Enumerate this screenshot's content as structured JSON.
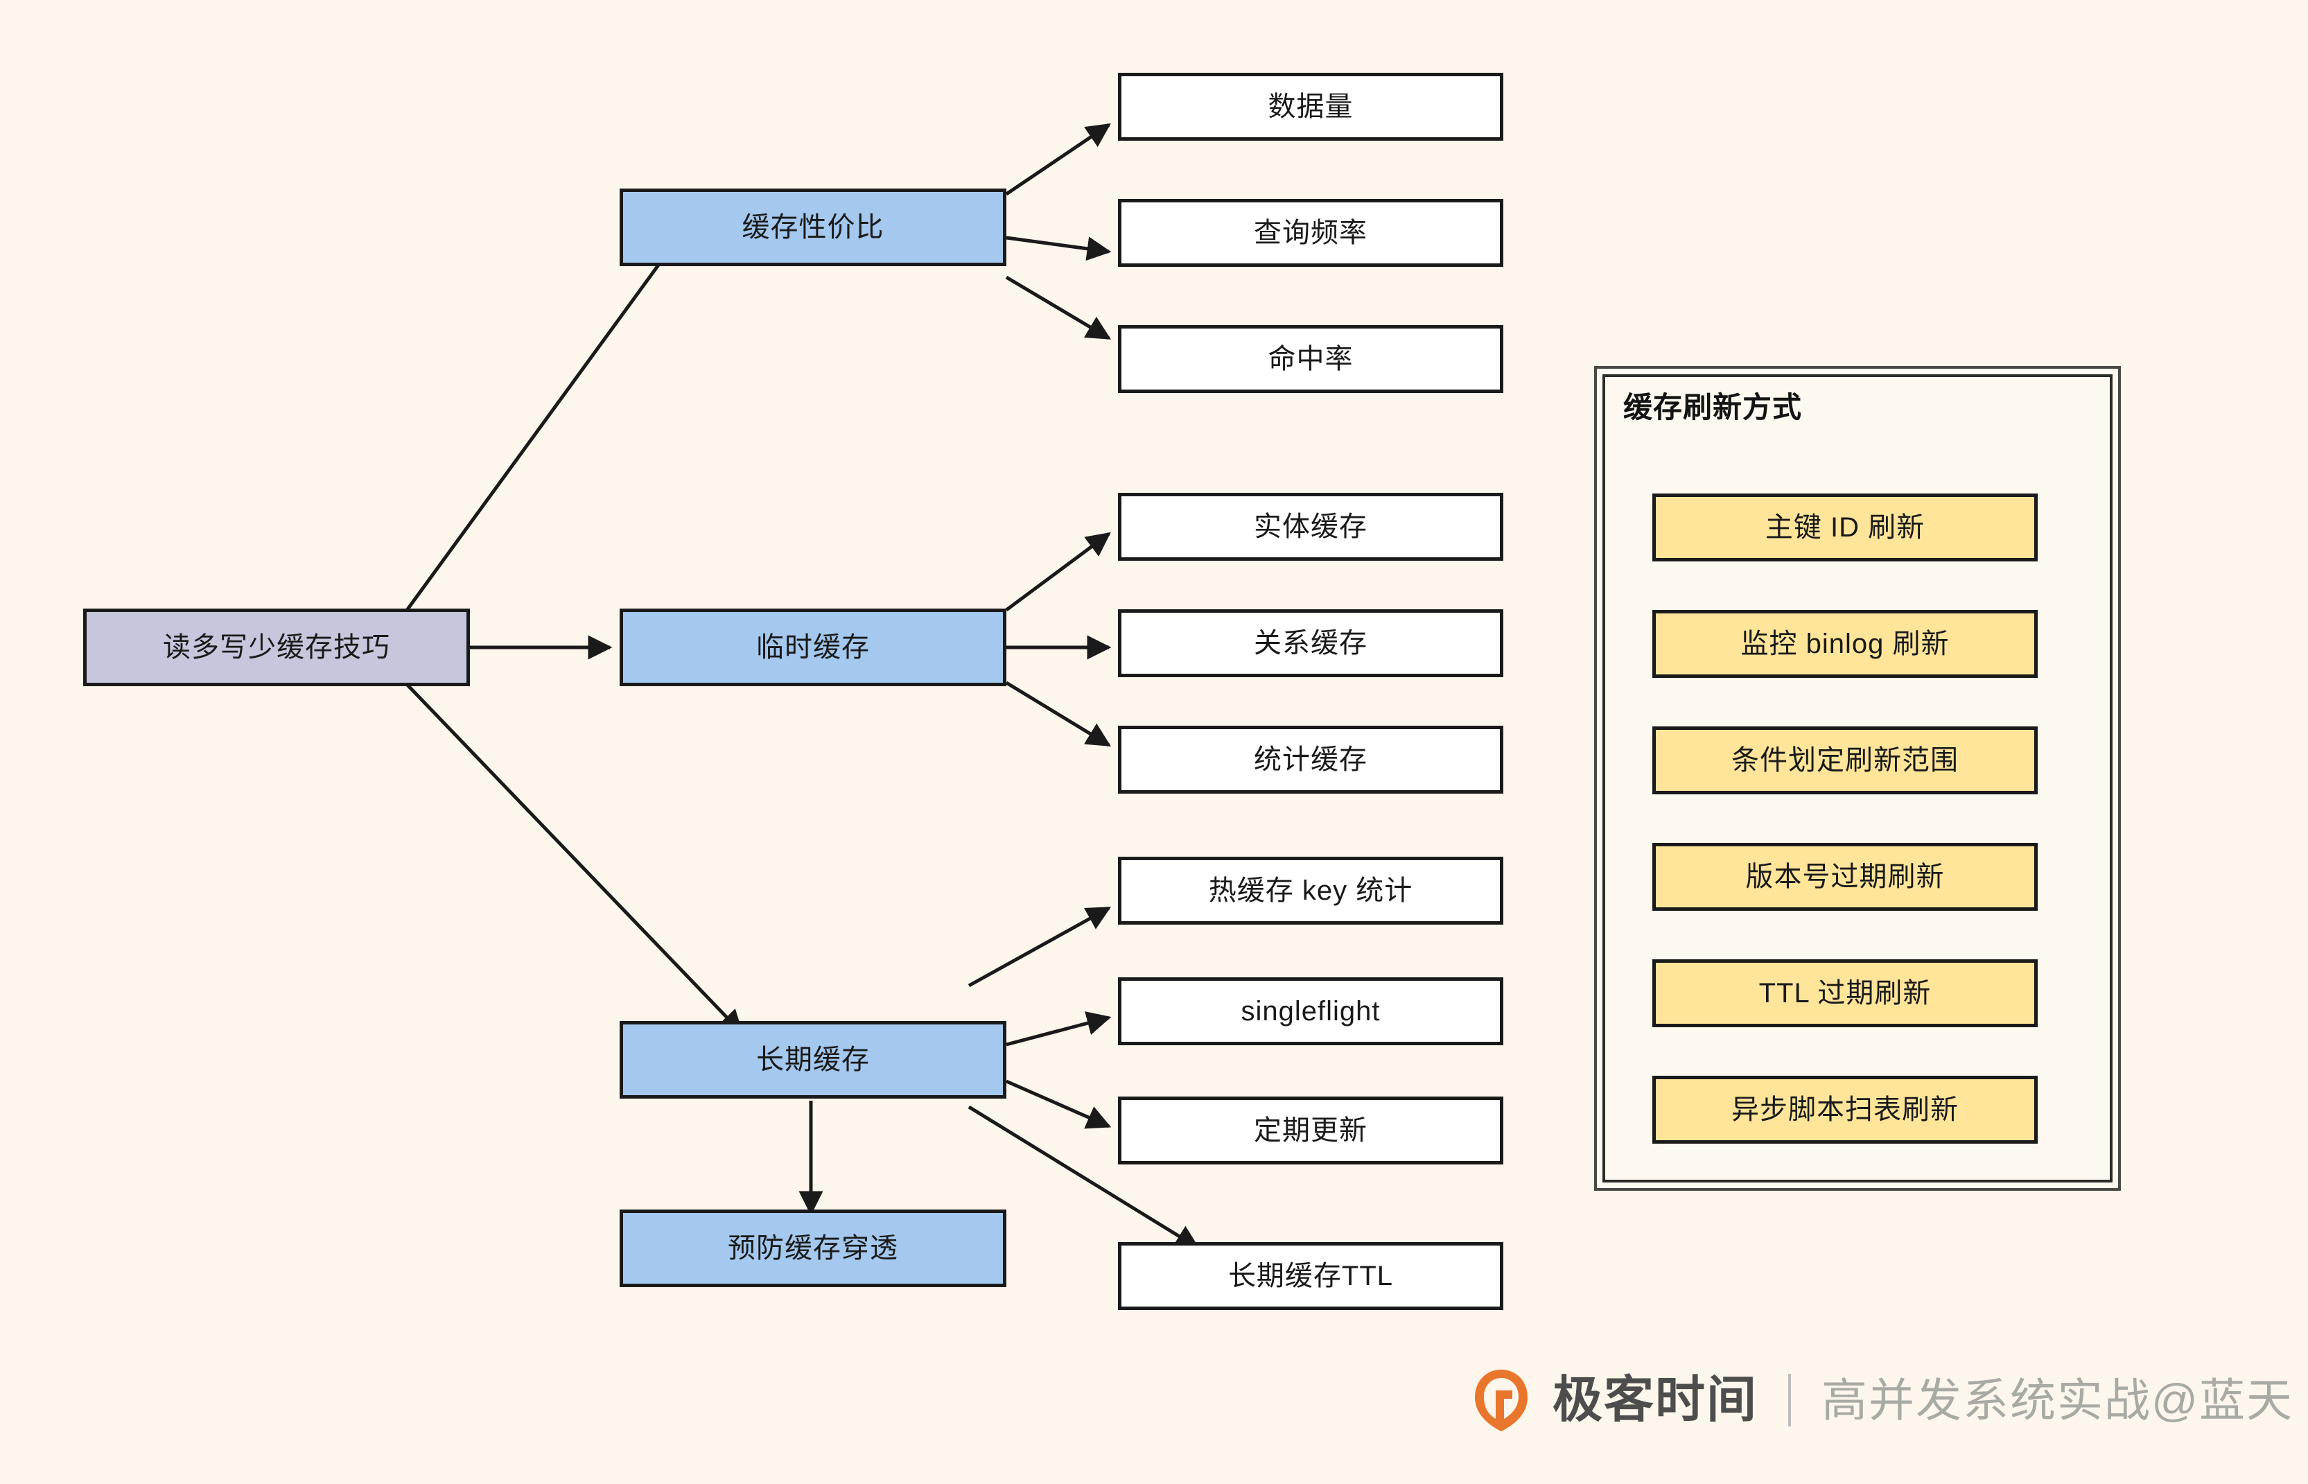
{
  "diagram": {
    "title_node": {
      "label": "读多写少缓存技巧"
    },
    "branches": [
      {
        "id": "cost-performance",
        "label": "缓存性价比",
        "leaves": [
          {
            "label": "数据量"
          },
          {
            "label": "查询频率"
          },
          {
            "label": "命中率"
          }
        ]
      },
      {
        "id": "temporary-cache",
        "label": "临时缓存",
        "leaves": [
          {
            "label": "实体缓存"
          },
          {
            "label": "关系缓存"
          },
          {
            "label": "统计缓存"
          }
        ]
      },
      {
        "id": "long-term-cache",
        "label": "长期缓存",
        "leaves": [
          {
            "label": "热缓存 key 统计"
          },
          {
            "label": "singleflight"
          },
          {
            "label": "定期更新"
          },
          {
            "label": "长期缓存TTL"
          }
        ]
      }
    ],
    "extra_node": {
      "label": "预防缓存穿透"
    }
  },
  "panel": {
    "title": "缓存刷新方式",
    "items": [
      {
        "label": "主键 ID 刷新"
      },
      {
        "label": "监控 binlog 刷新"
      },
      {
        "label": "条件划定刷新范围"
      },
      {
        "label": "版本号过期刷新"
      },
      {
        "label": "TTL 过期刷新"
      },
      {
        "label": "异步脚本扫表刷新"
      }
    ]
  },
  "watermark": {
    "brand": "极客时间",
    "course": "高并发系统实战@蓝天"
  },
  "colors": {
    "background": "#fdf6ec",
    "root_fill": "#c6c6dd",
    "branch_fill": "#a4c8ee",
    "leaf_fill": "#ffffff",
    "refresh_fill": "#ffe59a",
    "panel_fill": "#fdf9f0",
    "stroke": "#1a1a1a",
    "logo_orange": "#e8762c"
  }
}
